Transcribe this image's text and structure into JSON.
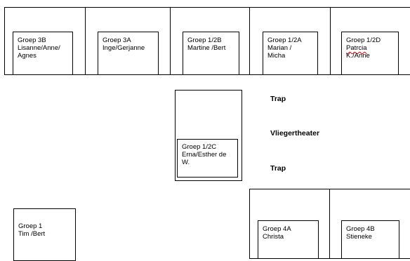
{
  "top_rooms": [
    {
      "lines": [
        "Groep 3B",
        "Lisanne/Anne/",
        "Agnes"
      ]
    },
    {
      "lines": [
        "Groep 3A",
        "Inge/Gerjanne"
      ]
    },
    {
      "lines": [
        "Groep 1/2B",
        "Martine /Bert"
      ]
    },
    {
      "lines": [
        "Groep 1/2A",
        "Marian /",
        "Micha"
      ]
    },
    {
      "lines": [
        "Groep 1/2D",
        "Patrcia",
        "K./Anne"
      ]
    }
  ],
  "middle_room": {
    "lines": [
      "Groep 1/2C",
      "Erna/Esther de",
      "W."
    ]
  },
  "bottom_rooms": [
    {
      "lines": [
        "Groep 1",
        "Tim /Bert"
      ]
    },
    {
      "lines": [
        "Groep 4A",
        "Christa"
      ]
    },
    {
      "lines": [
        "Groep 4B",
        "Stieneke"
      ]
    }
  ],
  "labels": {
    "trap_top": "Trap",
    "vliegertheater": "Vliegertheater",
    "trap_bottom": "Trap"
  }
}
